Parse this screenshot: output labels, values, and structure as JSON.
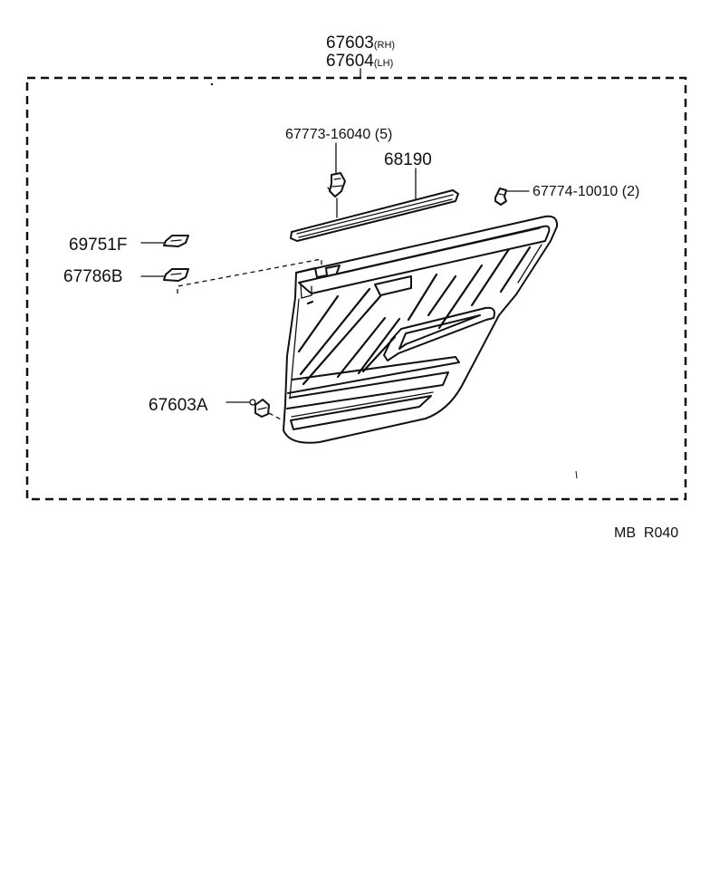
{
  "assembly": {
    "rh_part": "67603",
    "rh_suffix": "(RH)",
    "lh_part": "67604",
    "lh_suffix": "(LH)"
  },
  "parts": {
    "clip_upper": "67773-16040 (5)",
    "weatherstrip": "68190",
    "clip_right": "67774-10010 (2)",
    "pad_upper": "69751F",
    "pad_lower": "67786B",
    "fastener": "67603A"
  },
  "footer": {
    "code": "MB  R040"
  }
}
